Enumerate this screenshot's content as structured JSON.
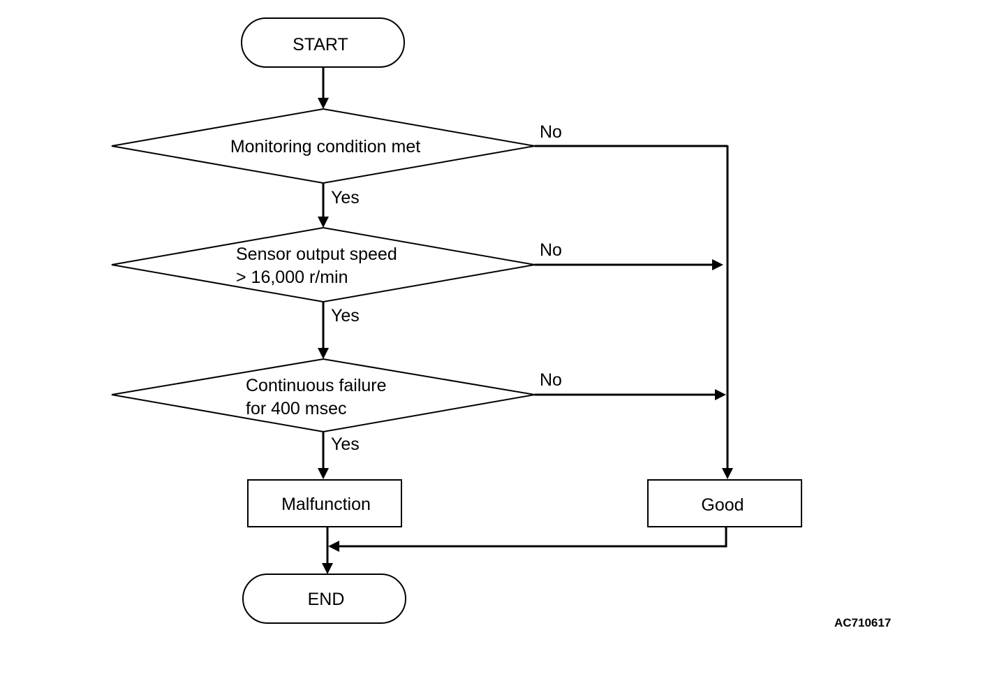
{
  "nodes": {
    "start": "START",
    "decision1": "Monitoring condition met",
    "decision2_line1": "Sensor output speed",
    "decision2_line2": "> 16,000 r/min",
    "decision3_line1": "Continuous failure",
    "decision3_line2": "for 400 msec",
    "malfunction": "Malfunction",
    "good": "Good",
    "end": "END"
  },
  "edges": {
    "yes": "Yes",
    "no": "No"
  },
  "reference_code": "AC710617",
  "colors": {
    "stroke": "#000000",
    "fill": "#ffffff"
  }
}
